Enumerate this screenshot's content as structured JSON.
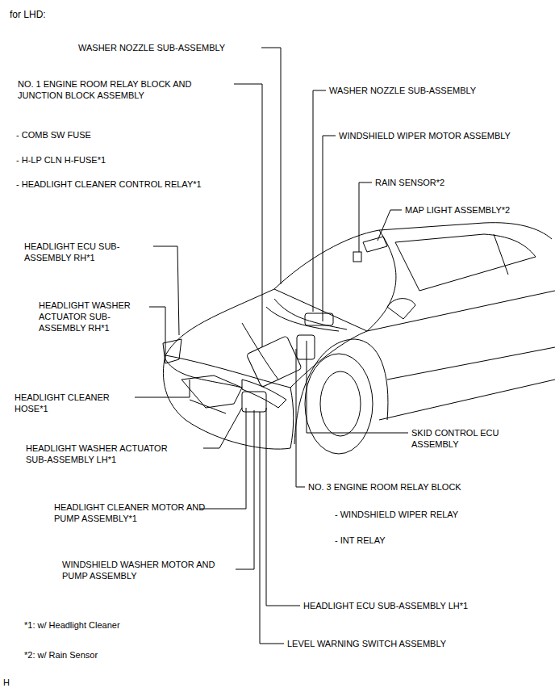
{
  "diagram": {
    "title": "for LHD:",
    "labels": [
      "WASHER NOZZLE SUB-ASSEMBLY",
      "NO. 1 ENGINE ROOM RELAY BLOCK AND JUNCTION BLOCK ASSEMBLY",
      "- COMB SW FUSE",
      "- H-LP CLN H-FUSE*1",
      "- HEADLIGHT CLEANER CONTROL RELAY*1",
      "WASHER NOZZLE SUB-ASSEMBLY",
      "WINDSHIELD WIPER MOTOR ASSEMBLY",
      "RAIN SENSOR*2",
      "MAP LIGHT ASSEMBLY*2",
      "HEADLIGHT ECU SUB-ASSEMBLY RH*1",
      "HEADLIGHT WASHER ACTUATOR SUB-ASSEMBLY RH*1",
      "HEADLIGHT CLEANER HOSE*1",
      "SKID CONTROL ECU ASSEMBLY",
      "HEADLIGHT WASHER ACTUATOR SUB-ASSEMBLY LH*1",
      "NO. 3 ENGINE ROOM RELAY BLOCK",
      "- WINDSHIELD WIPER RELAY",
      "- INT RELAY",
      "HEADLIGHT CLEANER MOTOR AND PUMP ASSEMBLY*1",
      "WINDSHIELD WASHER MOTOR AND PUMP ASSEMBLY",
      "HEADLIGHT ECU SUB-ASSEMBLY LH*1",
      "LEVEL WARNING SWITCH ASSEMBLY",
      "*1: w/ Headlight Cleaner",
      "*2: w/ Rain Sensor",
      "H"
    ]
  }
}
